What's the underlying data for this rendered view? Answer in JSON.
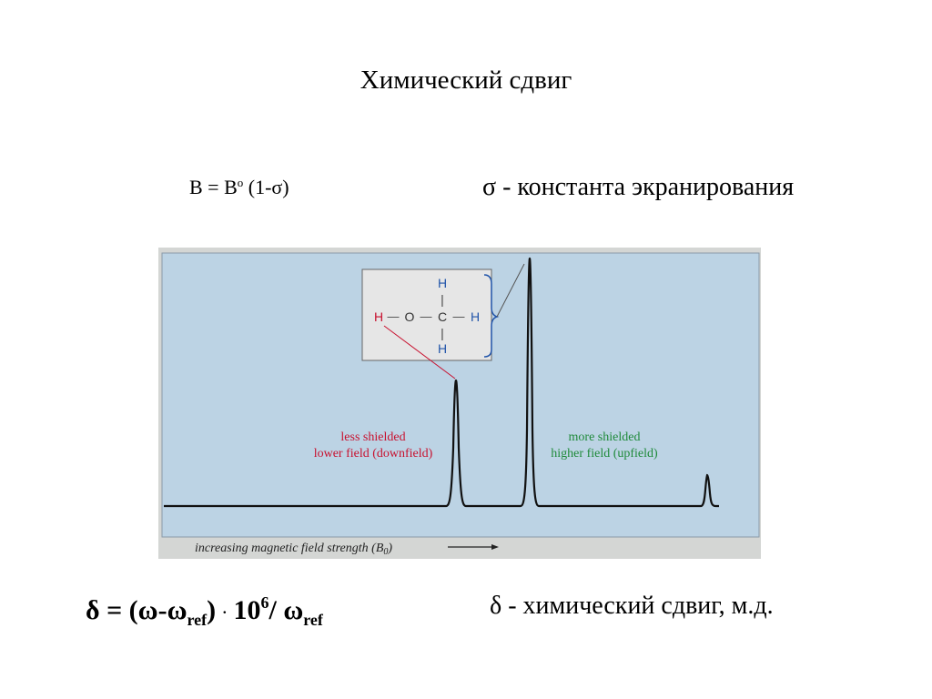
{
  "slide": {
    "title": "Химический сдвиг",
    "shielding_formula": {
      "lhs": "B = B",
      "superscript": "o",
      "rhs": " (1-σ)"
    },
    "sigma_definition": "σ - константа экранирования",
    "delta_formula": {
      "part1": "δ = (ω-ω",
      "sub1": "ref",
      "part2": ")",
      "dot": "·",
      "part3": "10",
      "sup": "6",
      "part4": "/ ω",
      "sub2": "ref"
    },
    "delta_definition": "δ - химический сдвиг, м.д."
  },
  "figure": {
    "molecule": {
      "atoms": {
        "h_top": "H",
        "h_left": "H",
        "o": "O",
        "c": "C",
        "h_right": "H",
        "h_bottom": "H"
      },
      "bond_vertical": "|",
      "bond_dash": "—"
    },
    "left_label_line1": "less shielded",
    "left_label_line2": "lower field (downfield)",
    "right_label_line1": "more shielded",
    "right_label_line2": "higher field (upfield)",
    "axis_label": "increasing magnetic field strength (B",
    "axis_label_sub": "0",
    "axis_label_close": ")",
    "colors": {
      "plot_background": "#bcd3e4",
      "outer_background": "#d4d6d4",
      "less_shielded": "#c8102e",
      "more_shielded": "#1f8a3a",
      "h_atoms": "#2255aa",
      "oh_hydrogen": "#c8102e"
    }
  }
}
